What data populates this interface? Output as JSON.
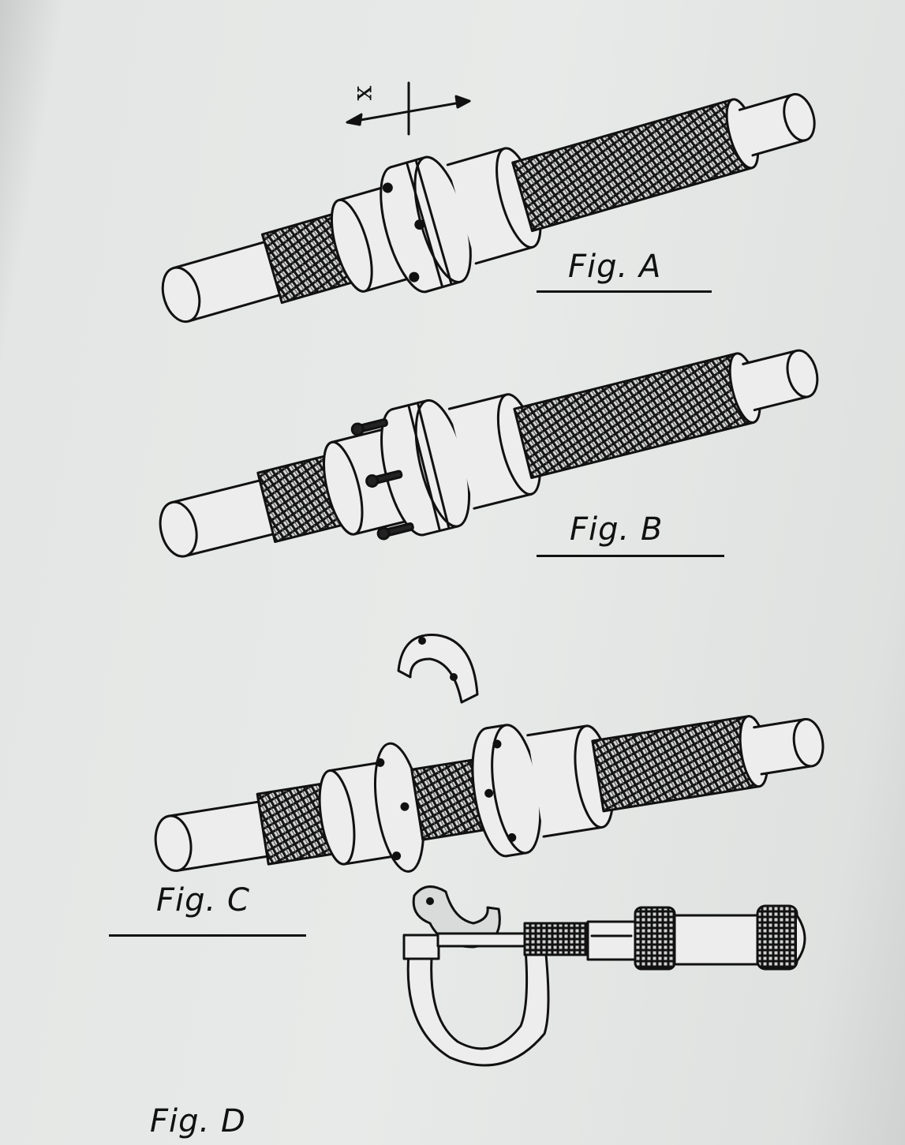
{
  "figures": [
    {
      "id": "A",
      "label": "Fig. A"
    },
    {
      "id": "B",
      "label": "Fig. B"
    },
    {
      "id": "C",
      "label": "Fig. C"
    },
    {
      "id": "D",
      "label": "Fig. D"
    }
  ],
  "shift_symbol": "x",
  "ink_color": "#111111",
  "paper_color": "#e6e8e7"
}
